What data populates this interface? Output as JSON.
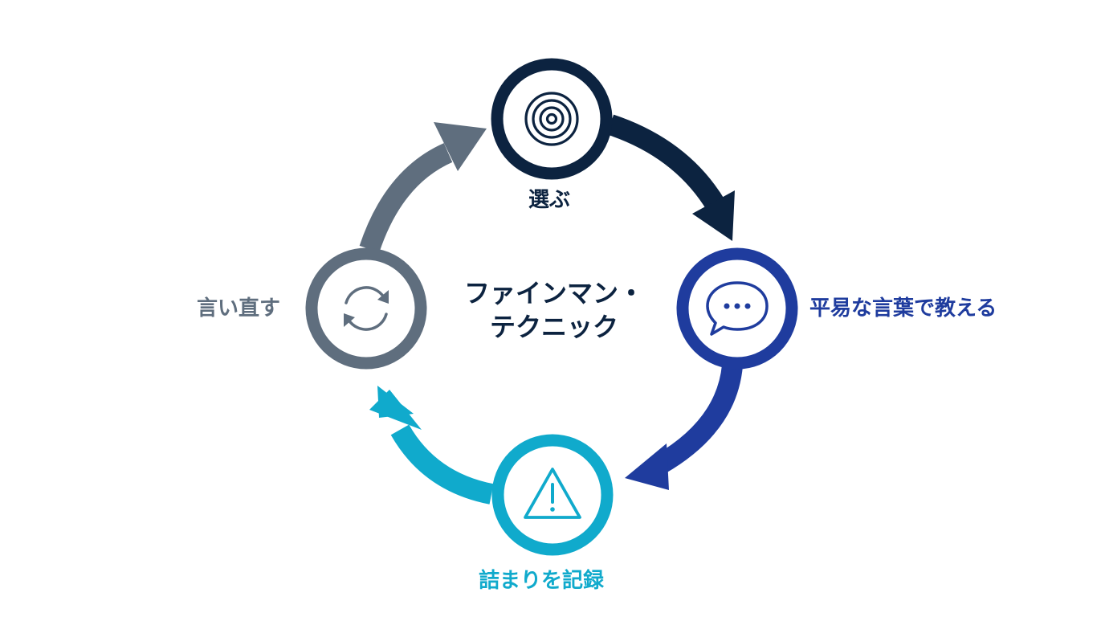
{
  "center_title": {
    "line1": "ファインマン・",
    "line2": "テクニック"
  },
  "steps": [
    {
      "label": "選ぶ",
      "icon": "target-icon",
      "color": "#0c2340"
    },
    {
      "label": "平易な言葉で教える",
      "icon": "speech-bubble-icon",
      "color": "#1f3c9e"
    },
    {
      "label": "詰まりを記録",
      "icon": "warning-icon",
      "color": "#10aacc"
    },
    {
      "label": "言い直す",
      "icon": "refresh-icon",
      "color": "#5f6e7e"
    }
  ]
}
